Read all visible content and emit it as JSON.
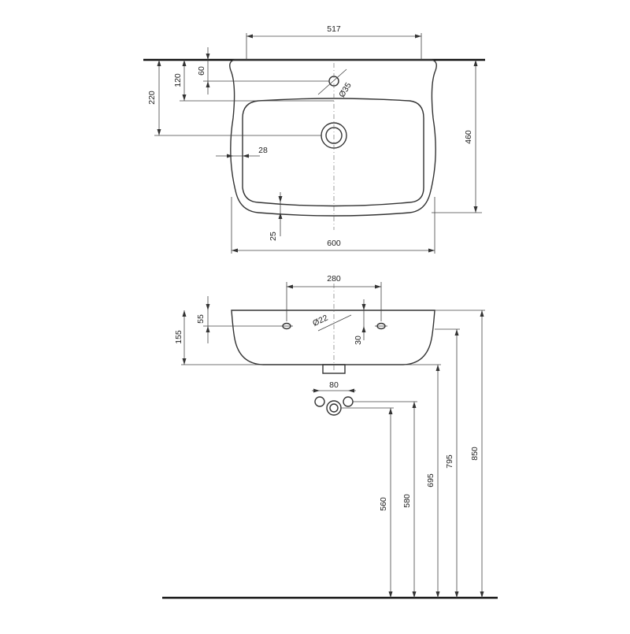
{
  "top_view": {
    "dim_width_top": "517",
    "dim_tap_offset": "60",
    "dim_bowl_offset": "120",
    "dim_drain_offset": "220",
    "dim_tap_hole": "Ø35",
    "dim_rim": "28",
    "dim_depth": "460",
    "dim_front_rim": "25",
    "dim_width": "600"
  },
  "front_view": {
    "dim_bolt_spacing": "280",
    "dim_bolt_height": "55",
    "dim_bolt_diameter": "Ø22",
    "dim_bolt_offset": "30",
    "dim_height": "155",
    "dim_pipe_spacing": "80",
    "dim_h_560": "560",
    "dim_h_580": "580",
    "dim_h_695": "695",
    "dim_h_795": "795",
    "dim_h_850": "850"
  }
}
